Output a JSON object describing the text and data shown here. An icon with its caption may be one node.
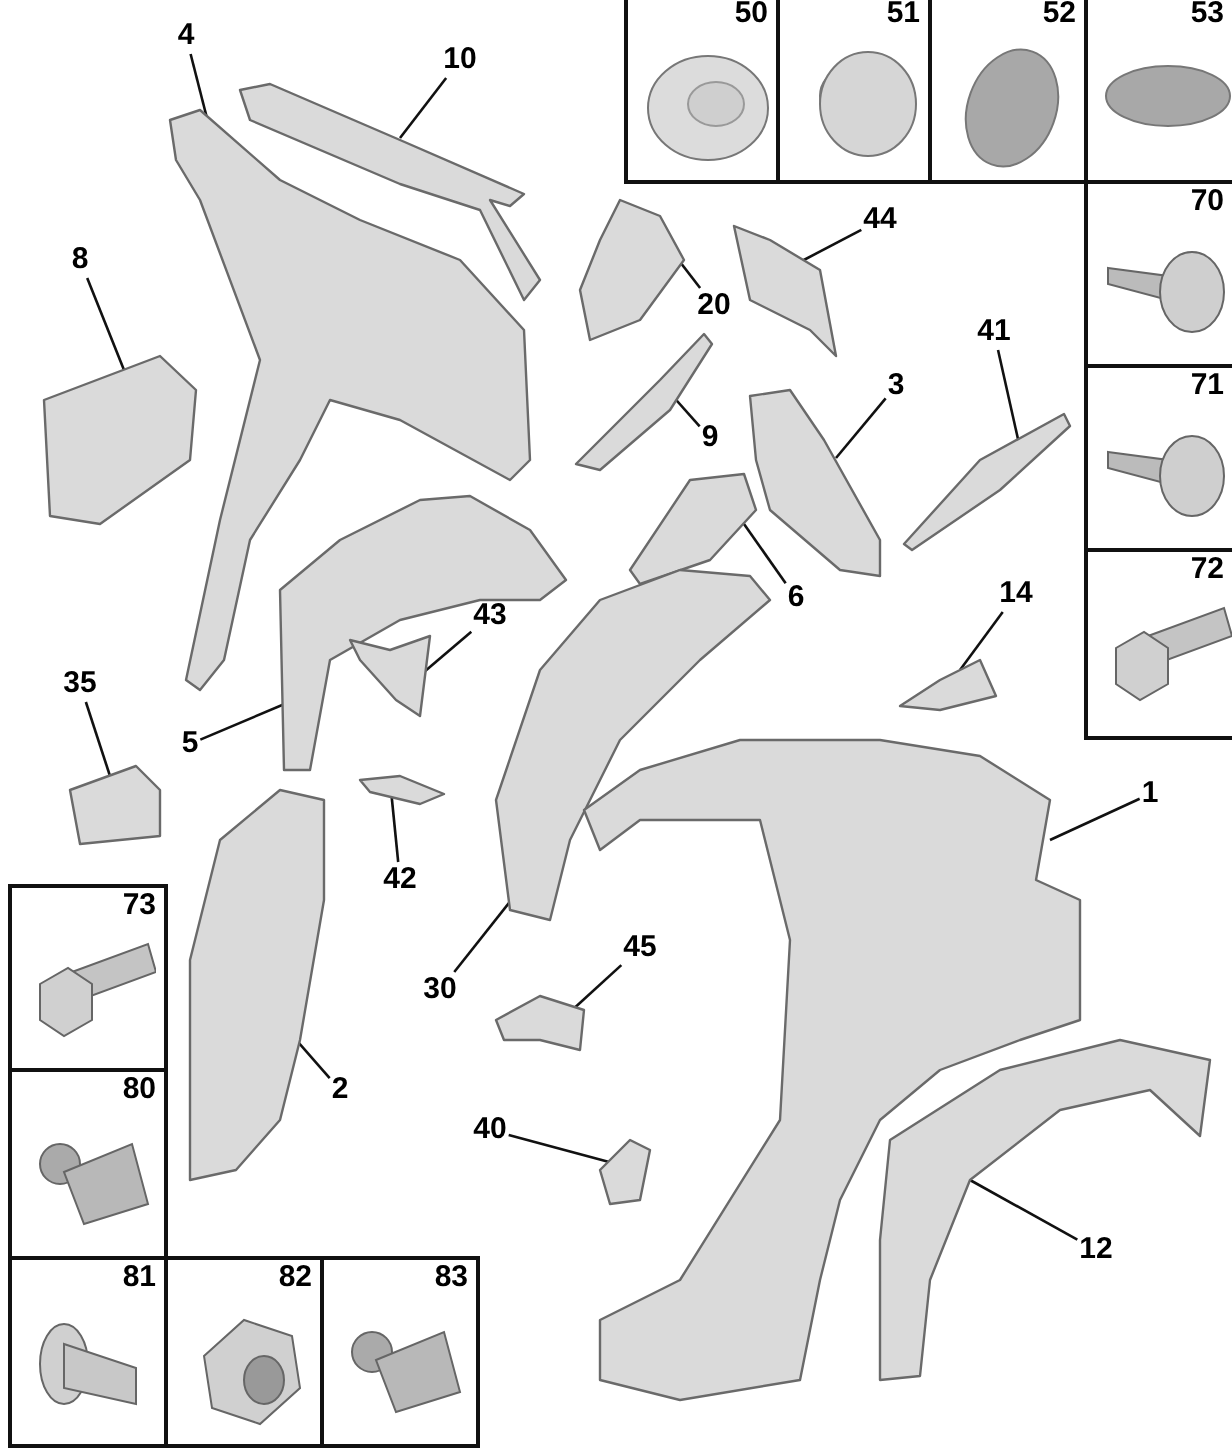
{
  "diagram": {
    "nodes": [
      {
        "text": [
          "50"
        ]
      },
      {
        "text": [
          "51"
        ]
      },
      {
        "text": [
          "52"
        ]
      },
      {
        "text": [
          "53"
        ]
      },
      {
        "text": [
          "70"
        ]
      },
      {
        "text": [
          "71"
        ]
      },
      {
        "text": [
          "72"
        ]
      },
      {
        "text": [
          "73"
        ]
      },
      {
        "text": [
          "80"
        ]
      },
      {
        "text": [
          "81"
        ]
      },
      {
        "text": [
          "82"
        ]
      },
      {
        "text": [
          "83"
        ]
      },
      {
        "text": [
          "4"
        ]
      },
      {
        "text": [
          "10"
        ]
      },
      {
        "text": [
          "8"
        ]
      },
      {
        "text": [
          "20"
        ]
      },
      {
        "text": [
          "44"
        ]
      },
      {
        "text": [
          "41"
        ]
      },
      {
        "text": [
          "3"
        ]
      },
      {
        "text": [
          "9"
        ]
      },
      {
        "text": [
          "6"
        ]
      },
      {
        "text": [
          "14"
        ]
      },
      {
        "text": [
          "35"
        ]
      },
      {
        "text": [
          "5"
        ]
      },
      {
        "text": [
          "43"
        ]
      },
      {
        "text": [
          "42"
        ]
      },
      {
        "text": [
          "30"
        ]
      },
      {
        "text": [
          "2"
        ]
      },
      {
        "text": [
          "45"
        ]
      },
      {
        "text": [
          "1"
        ]
      },
      {
        "text": [
          "40"
        ]
      },
      {
        "text": [
          "12"
        ]
      },
      {
        "text": [],
        "shape": "picture"
      },
      {
        "text": [],
        "shape": "picture"
      },
      {
        "text": [],
        "shape": "picture"
      },
      {
        "text": [],
        "shape": "picture"
      },
      {
        "text": [],
        "shape": "picture"
      },
      {
        "text": [],
        "shape": "picture"
      },
      {
        "text": [],
        "shape": "picture"
      },
      {
        "text": [],
        "shape": "picture"
      },
      {
        "text": [],
        "shape": "picture"
      },
      {
        "text": [],
        "shape": "picture"
      },
      {
        "text": [],
        "shape": "picture"
      },
      {
        "text": [],
        "shape": "picture"
      },
      {
        "text": [],
        "shape": "picture"
      },
      {
        "text": [],
        "shape": "picture"
      },
      {
        "text": [],
        "shape": "picture"
      },
      {
        "text": [],
        "shape": "picture"
      },
      {
        "text": [],
        "shape": "picture"
      },
      {
        "text": [],
        "shape": "picture"
      },
      {
        "text": [],
        "shape": "picture"
      },
      {
        "text": [],
        "shape": "picture"
      }
    ],
    "edges": [
      {
        "from": 12,
        "to": 32,
        "arrow": "none"
      },
      {
        "from": 13,
        "to": 33,
        "arrow": "none"
      },
      {
        "from": 14,
        "to": 34,
        "arrow": "none"
      },
      {
        "from": 15,
        "to": 35,
        "arrow": "none"
      },
      {
        "from": 16,
        "to": 36,
        "arrow": "none"
      },
      {
        "from": 17,
        "to": 37,
        "arrow": "none"
      },
      {
        "from": 18,
        "to": 38,
        "arrow": "none"
      },
      {
        "from": 19,
        "to": 39,
        "arrow": "none"
      },
      {
        "from": 20,
        "to": 40,
        "arrow": "none"
      },
      {
        "from": 21,
        "to": 41,
        "arrow": "none"
      },
      {
        "from": 22,
        "to": 42,
        "arrow": "none"
      },
      {
        "from": 23,
        "to": 43,
        "arrow": "none"
      },
      {
        "from": 24,
        "to": 44,
        "arrow": "none"
      },
      {
        "from": 25,
        "to": 45,
        "arrow": "none"
      },
      {
        "from": 26,
        "to": 46,
        "arrow": "none"
      },
      {
        "from": 27,
        "to": 47,
        "arrow": "none"
      },
      {
        "from": 28,
        "to": 48,
        "arrow": "none"
      },
      {
        "from": 29,
        "to": 49,
        "arrow": "none"
      },
      {
        "from": 30,
        "to": 50,
        "arrow": "none"
      },
      {
        "from": 31,
        "to": 51,
        "arrow": "none"
      }
    ]
  }
}
